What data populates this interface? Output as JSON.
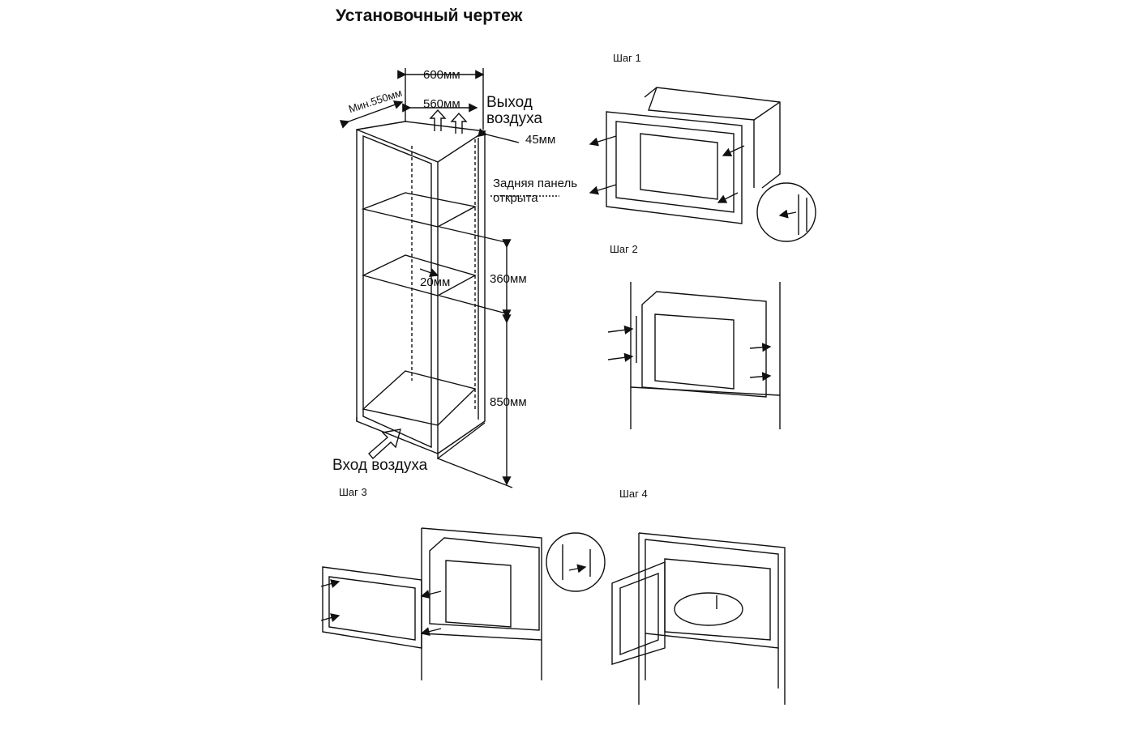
{
  "title": "Установочный чертеж",
  "dimensions": {
    "width_600": "600мм",
    "width_560": "560мм",
    "min_depth": "Мин.550мм",
    "gap_45": "45мм",
    "gap_20": "20мм",
    "height_360": "360мм",
    "height_850": "850мм"
  },
  "labels": {
    "air_out_line1": "Выход",
    "air_out_line2": "воздуха",
    "rear_panel_line1": "Задняя панель",
    "rear_panel_line2": "открыта",
    "air_in": "Вход воздуха"
  },
  "steps": {
    "step1": "Шаг 1",
    "step2": "Шаг 2",
    "step3": "Шаг 3",
    "step4": "Шаг 4"
  }
}
